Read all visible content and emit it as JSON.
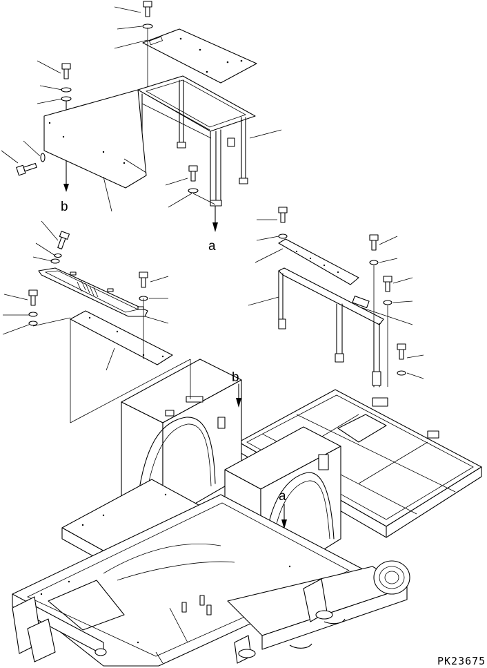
{
  "diagram": {
    "drawing_code": "PK23675",
    "reference_labels": {
      "a_arrow_top": "a",
      "b_arrow_top": "b",
      "a_arrow_bottom": "a",
      "b_arrow_bottom": "b"
    }
  }
}
